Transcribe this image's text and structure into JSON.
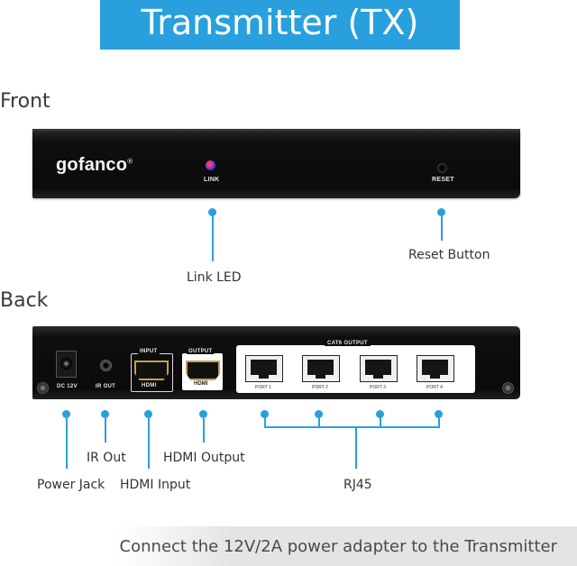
{
  "title": "Transmitter (TX)",
  "front": {
    "heading": "Front",
    "brand": "gofanco",
    "brand_mark": "®",
    "link_label": "LINK",
    "reset_label": "RESET",
    "callouts": {
      "link_led": "Link LED",
      "reset_button": "Reset Button"
    }
  },
  "back": {
    "heading": "Back",
    "dc_label": "DC 12V",
    "ir_label": "IR OUT",
    "hdmi_in_top": "INPUT",
    "hdmi_in_bottom": "HDMI",
    "hdmi_out_top": "OUTPUT",
    "hdmi_out_bottom": "HDMI",
    "cat6_label": "CAT6 OUTPUT",
    "ports": [
      "PORT 1",
      "PORT 2",
      "PORT 3",
      "PORT 4"
    ],
    "callouts": {
      "power_jack": "Power Jack",
      "ir_out": "IR Out",
      "hdmi_input": "HDMI Input",
      "hdmi_output": "HDMI Output",
      "rj45": "RJ45"
    }
  },
  "footer": "Connect the 12V/2A power adapter to the Transmitter",
  "colors": {
    "accent": "#29a0dd",
    "device": "#0d0d0d"
  }
}
